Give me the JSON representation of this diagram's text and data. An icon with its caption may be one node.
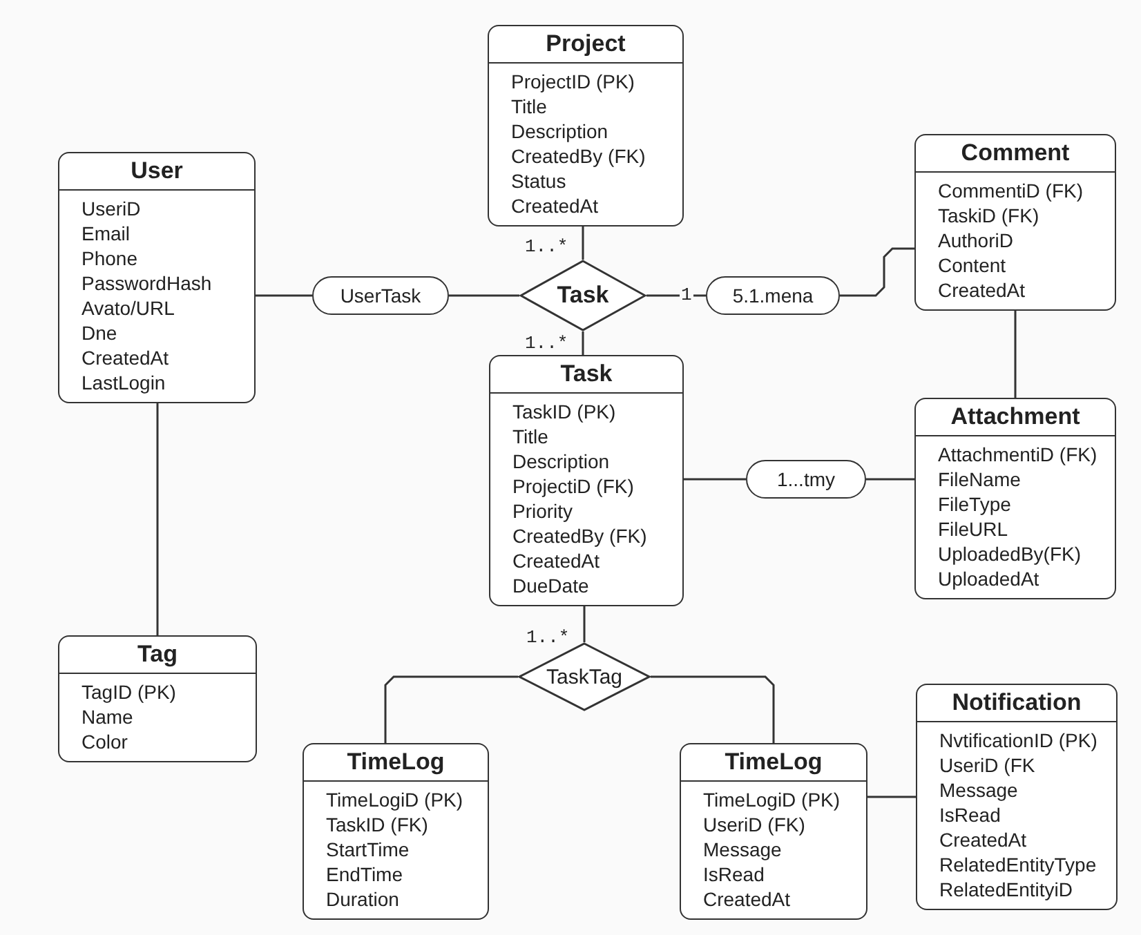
{
  "diagram": {
    "nodes": [
      {
        "text": [
          "Project",
          "ProjectID (PK)",
          "Title",
          "Description",
          "CreatedBy (FK)",
          "Status",
          "CreatedAt"
        ]
      },
      {
        "text": [
          "User",
          "UseriD",
          "Email",
          "Phone",
          "PasswordHash",
          "Avato/URL",
          "Dne",
          "CreatedAt",
          "LastLogin"
        ]
      },
      {
        "text": [
          "Comment",
          "CommentiD (FK)",
          "TaskiD (FK)",
          "AuthoriD",
          "Content",
          "CreatedAt"
        ]
      },
      {
        "text": [
          "UserTask"
        ]
      },
      {
        "text": [
          "Task"
        ]
      },
      {
        "text": [
          "5.1.mena"
        ]
      },
      {
        "text": [
          "Task",
          "TaskID (PK)",
          "Title",
          "Description",
          "ProjectiD  (FK)",
          "Priority",
          "CreatedBy (FK)",
          "CreatedAt",
          "DueDate"
        ]
      },
      {
        "text": [
          "1...tmy"
        ]
      },
      {
        "text": [
          "Attachment",
          "AttachmentiD (FK)",
          "FileName",
          "FileType",
          "FileURL",
          "UploadedBy(FK)",
          "UploadedAt"
        ]
      },
      {
        "text": [
          "Tag",
          "TagID (PK)",
          "Name",
          "Color"
        ]
      },
      {
        "text": [
          "TaskTag"
        ]
      },
      {
        "text": [
          "TimeLog",
          "TimeLogiD (PK)",
          "TaskID (FK)",
          "StartTime",
          "EndTime",
          "Duration"
        ]
      },
      {
        "text": [
          "TimeLog",
          "TimeLogiD (PK)",
          "UseriD (FK)",
          "Message",
          "IsRead",
          "CreatedAt"
        ]
      },
      {
        "text": [
          "Notification",
          "NvtificationID (PK)",
          "UseriD (FK",
          "Message",
          "IsRead",
          "CreatedAt",
          "RelatedEntityType",
          "RelatedEntityiD"
        ]
      }
    ],
    "edges": [
      {
        "from": 1,
        "to": 3,
        "arrow": "none"
      },
      {
        "from": 3,
        "to": 4,
        "arrow": "none"
      },
      {
        "from": 0,
        "to": 4,
        "arrow": "none",
        "label": "1..*"
      },
      {
        "from": 4,
        "to": 5,
        "arrow": "none",
        "label": "1"
      },
      {
        "from": 5,
        "to": 2,
        "arrow": "none"
      },
      {
        "from": 4,
        "to": 6,
        "arrow": "none",
        "label": "1..*"
      },
      {
        "from": 2,
        "to": 8,
        "arrow": "none"
      },
      {
        "from": 6,
        "to": 7,
        "arrow": "none"
      },
      {
        "from": 7,
        "to": 8,
        "arrow": "none"
      },
      {
        "from": 1,
        "to": 9,
        "arrow": "none"
      },
      {
        "from": 6,
        "to": 10,
        "arrow": "none",
        "label": "1..*"
      },
      {
        "from": 10,
        "to": 11,
        "arrow": "none"
      },
      {
        "from": 10,
        "to": 12,
        "arrow": "none"
      },
      {
        "from": 12,
        "to": 13,
        "arrow": "none"
      }
    ]
  }
}
